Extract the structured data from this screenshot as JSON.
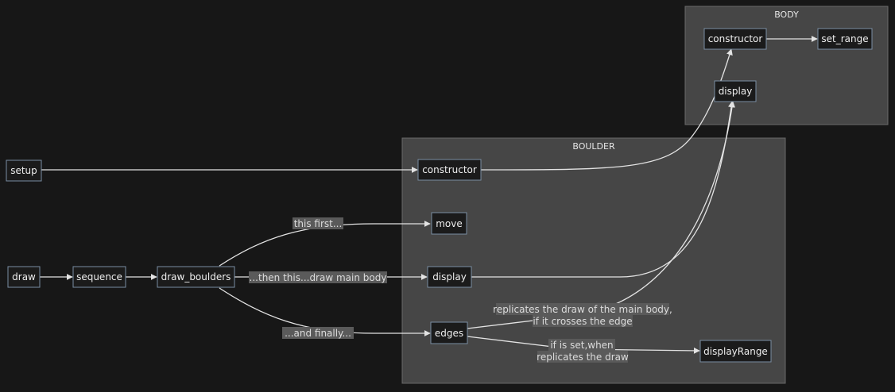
{
  "clusters": {
    "body": {
      "title": "BODY"
    },
    "boulder": {
      "title": "BOULDER"
    }
  },
  "nodes": {
    "setup": "setup",
    "draw": "draw",
    "sequence": "sequence",
    "draw_boulders": "draw_boulders",
    "boulder_constructor": "constructor",
    "boulder_move": "move",
    "boulder_display": "display",
    "boulder_edges": "edges",
    "boulder_displayRange": "displayRange",
    "body_constructor": "constructor",
    "body_set_range": "set_range",
    "body_display": "display"
  },
  "edge_labels": {
    "this_first": "this first...",
    "then_this": "...then this...draw main body",
    "and_finally": "...and finally...",
    "replicates_line1": "replicates the draw of the main body,",
    "replicates_line2": "if it crosses the edge",
    "if_set_line1": "if is set,when",
    "if_set_line2": "replicates the draw"
  },
  "colors": {
    "background": "#171717",
    "cluster_fill": "#464646",
    "node_fill": "#1b1b1b",
    "node_border": "#7a8ea3",
    "edge": "#e3e3e3"
  }
}
